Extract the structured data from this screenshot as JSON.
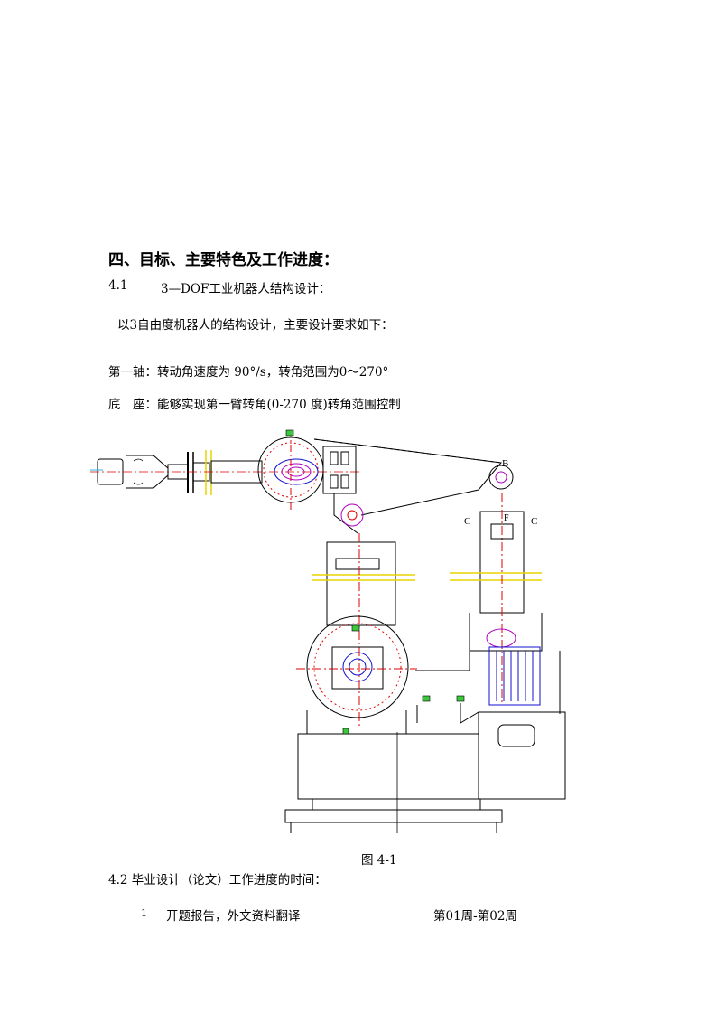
{
  "document": {
    "section_heading": "四、目标、主要特色及工作进度：",
    "subsection_1": {
      "number": "4.1",
      "title": "3—DOF工业机器人结构设计："
    },
    "intro": "以3自由度机器人的结构设计，主要设计要求如下：",
    "req_axis": "第一轴：转动角速度为 90°/s，转角范围为0～270°",
    "req_base": "底　座：能够实现第一臂转角(0-270 度)转角范围控制",
    "figure": {
      "label_b": "B",
      "label_c1": "C",
      "label_c2": "C",
      "label_f": "F",
      "caption": "图 4-1"
    },
    "subsection_2": {
      "title": "4.2 毕业设计（论文）工作进度的时间："
    },
    "schedule": [
      {
        "index": "1",
        "task": "开题报告，外文资料翻译",
        "period": "第01周-第02周"
      }
    ]
  }
}
